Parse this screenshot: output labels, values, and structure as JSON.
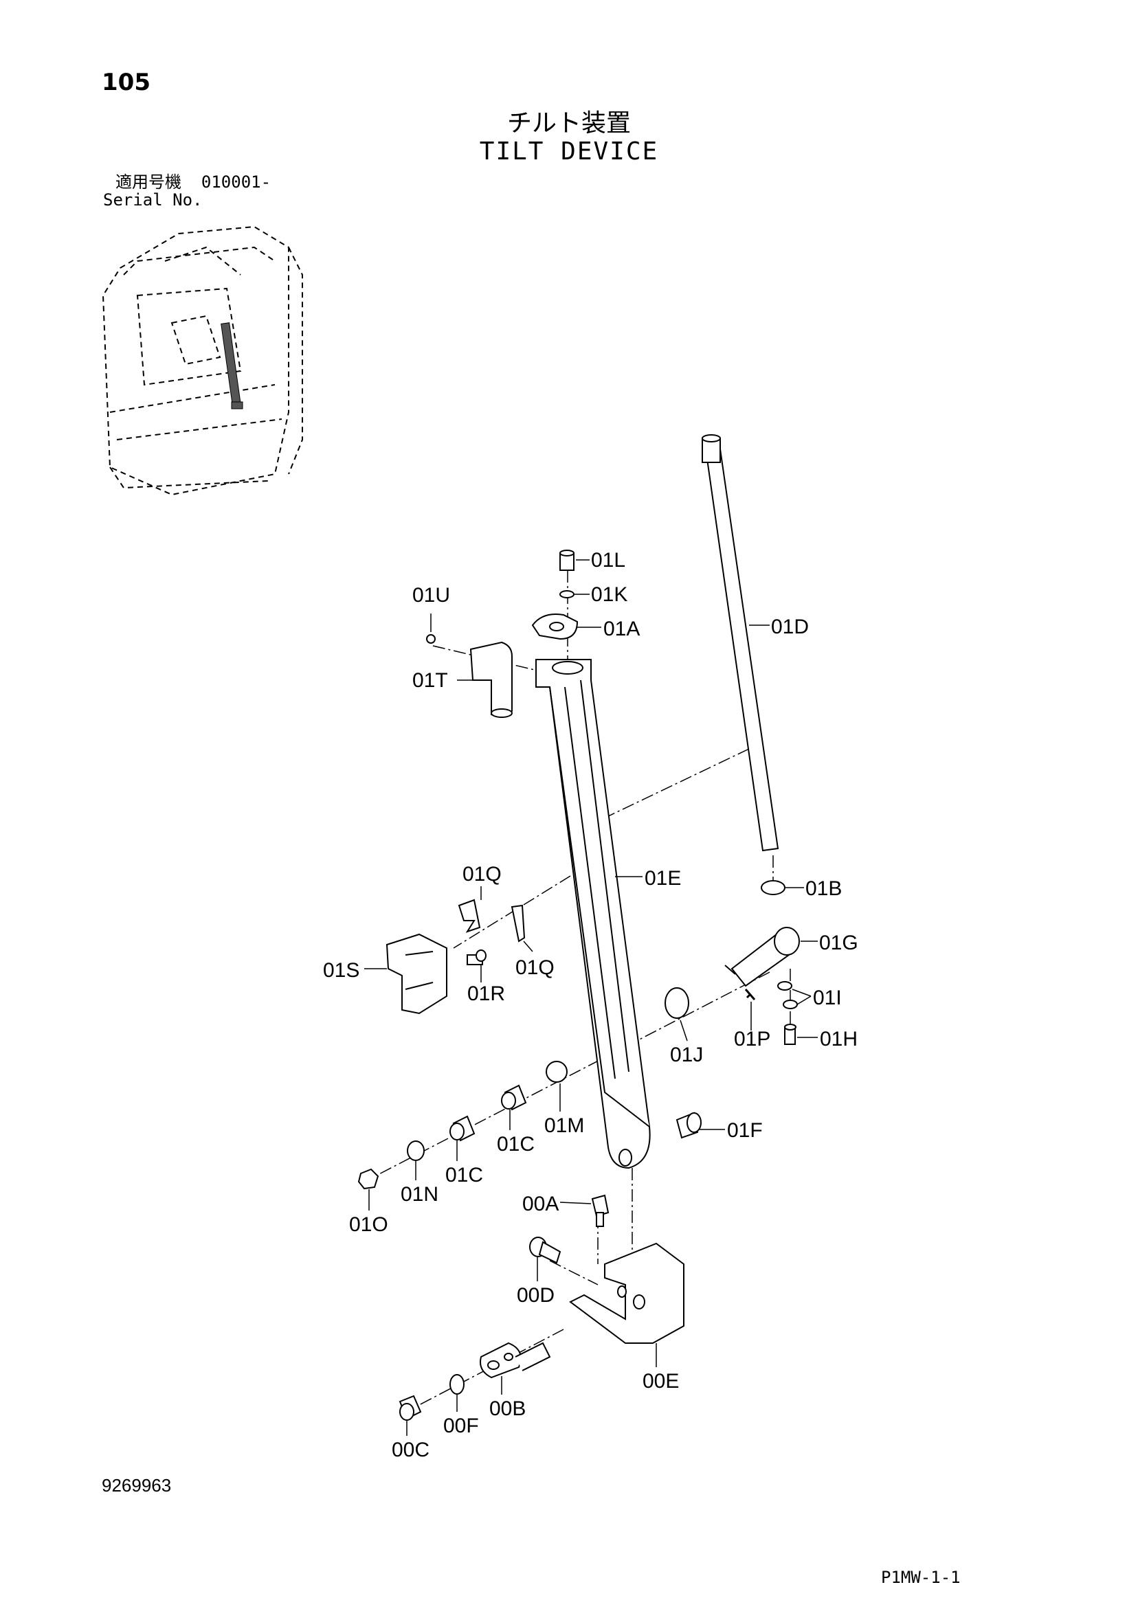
{
  "header": {
    "page_number": "105",
    "title_jp": "チルト装置",
    "title_en": "TILT DEVICE",
    "serial_label_jp": "適用号機",
    "serial_value": "010001-",
    "serial_label_en": "Serial No."
  },
  "footer": {
    "doc_number": "9269963",
    "sheet_code": "P1MW-1-1"
  },
  "parts": {
    "p01L": "01L",
    "p01K": "01K",
    "p01A": "01A",
    "p01U": "01U",
    "p01T": "01T",
    "p01D": "01D",
    "p01E": "01E",
    "p01Q_top": "01Q",
    "p01Q_bottom": "01Q",
    "p01B": "01B",
    "p01G": "01G",
    "p01S": "01S",
    "p01R": "01R",
    "p01I": "01I",
    "p01J": "01J",
    "p01P": "01P",
    "p01H": "01H",
    "p01M": "01M",
    "p01C_a": "01C",
    "p01C_b": "01C",
    "p01F": "01F",
    "p01N": "01N",
    "p01O": "01O",
    "p00A": "00A",
    "p00D": "00D",
    "p00E": "00E",
    "p00B": "00B",
    "p00F": "00F",
    "p00C": "00C"
  }
}
